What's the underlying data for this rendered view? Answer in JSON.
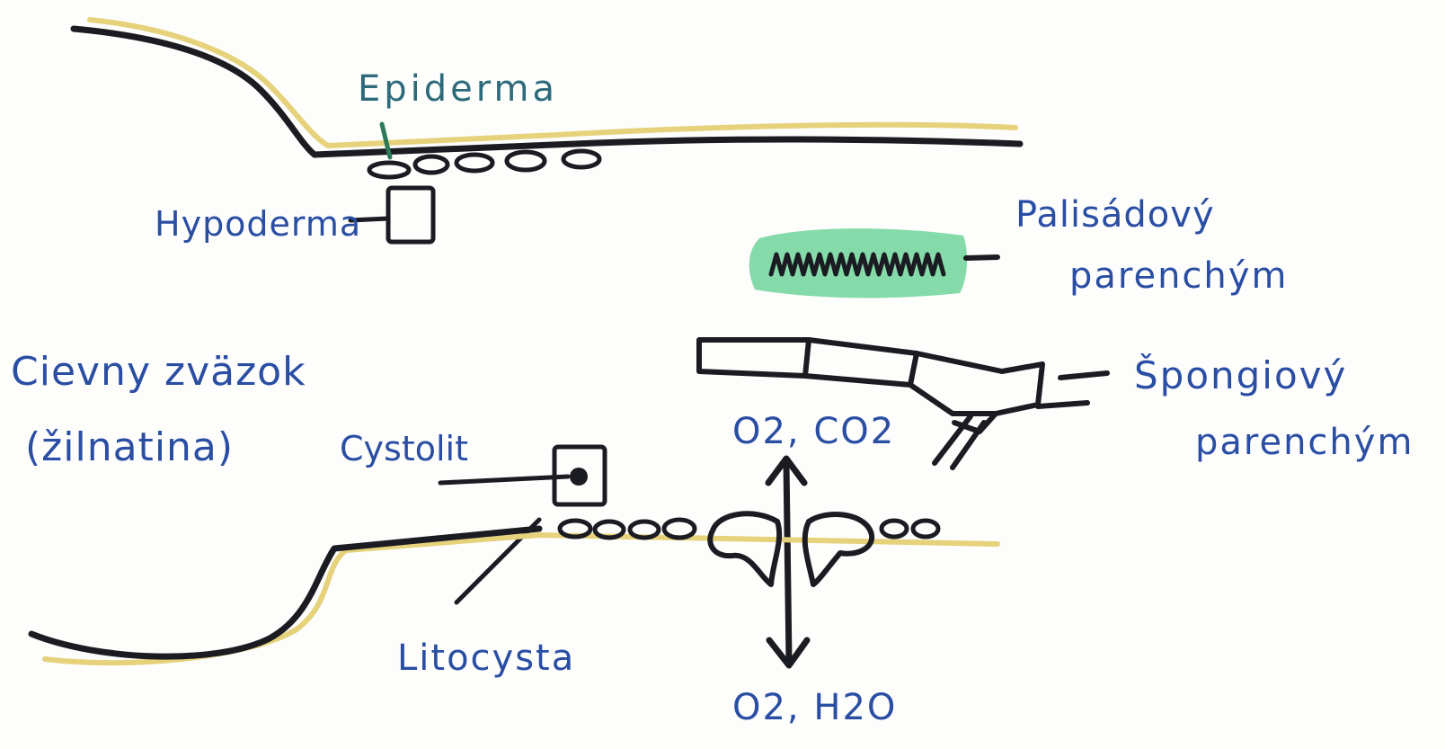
{
  "diagram": {
    "labels": {
      "epiderma": "Epiderma",
      "hypoderma": "Hypoderma",
      "palisadovy_line1": "Palisádový",
      "palisadovy_line2": "parenchým",
      "cievny_line1": "Cievny zväzok",
      "cievny_line2": "(žilnatina)",
      "cystolit": "Cystolit",
      "litocysta": "Litocysta",
      "spongiovy_line1": "Špongiový",
      "spongiovy_line2": "parenchým",
      "gas_top": "O2, CO2",
      "gas_bottom": "O2, H2O"
    },
    "colors": {
      "ink": "#1b1b22",
      "label_blue": "#2a4ea3",
      "cuticle_yellow": "#e6d27a",
      "chlorophyll_green": "#6fd49a"
    }
  }
}
